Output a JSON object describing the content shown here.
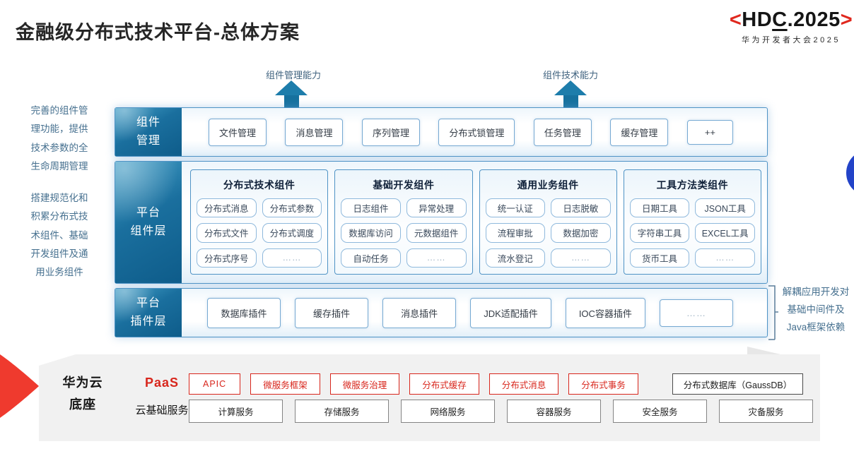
{
  "title": "金融级分布式技术平台-总体方案",
  "logo": {
    "left_bracket": "<",
    "name_pre": "HD",
    "name_c": "C",
    "name_post": ".2025",
    "right_bracket": ">",
    "subtitle": "华为开发者大会2025"
  },
  "arrows": [
    {
      "label": "组件管理能力"
    },
    {
      "label": "组件技术能力"
    }
  ],
  "annotations": {
    "left_top": "完善的组件管\n理功能，提供\n技术参数的全\n生命周期管理",
    "left_bottom": "搭建规范化和\n积累分布式技\n术组件、基础\n开发组件及通\n用业务组件",
    "right": "解耦应用开发对\n基础中间件及\nJava框架依赖"
  },
  "rows": {
    "component_mgmt": {
      "label": "组件\n管理",
      "items": [
        "文件管理",
        "消息管理",
        "序列管理",
        "分布式锁管理",
        "任务管理",
        "缓存管理",
        "++"
      ]
    },
    "platform_components": {
      "label": "平台\n组件层",
      "groups": [
        {
          "title": "分布式技术组件",
          "items": [
            "分布式消息",
            "分布式参数",
            "分布式文件",
            "分布式调度",
            "分布式序号",
            "……"
          ]
        },
        {
          "title": "基础开发组件",
          "items": [
            "日志组件",
            "异常处理",
            "数据库访问",
            "元数据组件",
            "自动任务",
            "……"
          ]
        },
        {
          "title": "通用业务组件",
          "items": [
            "统一认证",
            "日志脱敏",
            "流程审批",
            "数据加密",
            "流水登记",
            "……"
          ]
        },
        {
          "title": "工具方法类组件",
          "items": [
            "日期工具",
            "JSON工具",
            "字符串工具",
            "EXCEL工具",
            "货币工具",
            "……"
          ]
        }
      ]
    },
    "platform_plugins": {
      "label": "平台\n插件层",
      "items": [
        "数据库插件",
        "缓存插件",
        "消息插件",
        "JDK适配插件",
        "IOC容器插件",
        "……"
      ]
    }
  },
  "base": {
    "label": "华为云\n底座",
    "paas": {
      "label": "PaaS",
      "items": [
        "APIC",
        "微服务框架",
        "微服务治理",
        "分布式缓存",
        "分布式消息",
        "分布式事务"
      ],
      "db_item": "分布式数据库（GaussDB）"
    },
    "cloud": {
      "label": "云基础服务",
      "items": [
        "计算服务",
        "存储服务",
        "网络服务",
        "容器服务",
        "安全服务",
        "灾备服务"
      ]
    }
  },
  "colors": {
    "accent_blue": "#1a6f9e",
    "teal_arrow": "#1d7dab",
    "red": "#d8261c",
    "royal_blue": "#2343c8",
    "base_gray": "#f1f1f1"
  }
}
